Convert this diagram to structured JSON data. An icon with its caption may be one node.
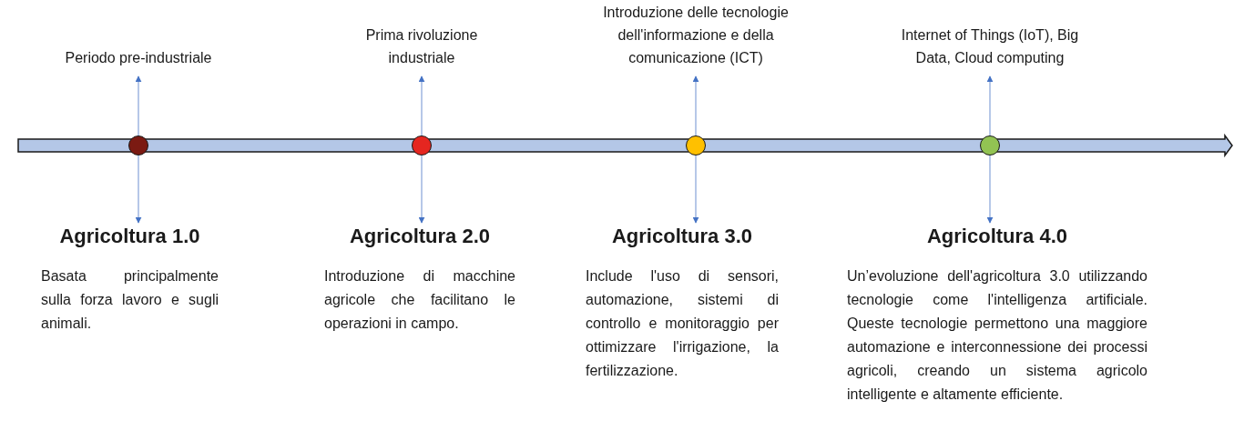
{
  "diagram": {
    "nodes": [
      {
        "text": [
          "Periodo pre-industriale"
        ]
      },
      {
        "text": [],
        "shape": "circle"
      },
      {
        "text": [
          "Agricoltura 1.0",
          "Basata principalmente sulla forza lavoro e sugli animali."
        ]
      },
      {
        "text": [
          "Prima rivoluzione industriale"
        ]
      },
      {
        "text": [],
        "shape": "circle"
      },
      {
        "text": [
          "Agricoltura 2.0",
          "Introduzione di macchine agricole che facilitano le operazioni in campo."
        ]
      },
      {
        "text": [
          "Introduzione delle tecnologie dell'informazione e della comunicazione (ICT)"
        ]
      },
      {
        "text": [],
        "shape": "circle"
      },
      {
        "text": [
          "Agricoltura 3.0",
          "Include l'uso di sensori, automazione, sistemi di controllo e monitoraggio per ottimizzare l'irrigazione, la fertilizzazione."
        ]
      },
      {
        "text": [
          "Internet of Things (IoT), Big Data, Cloud computing"
        ]
      },
      {
        "text": [],
        "shape": "circle"
      },
      {
        "text": [
          "Agricoltura 4.0",
          "Un’evoluzione dell'agricoltura 3.0 utilizzando tecnologie come l'intelligenza artificiale. Queste tecnologie permettono una maggiore automazione e interconnessione dei processi agricoli, creando un sistema agricolo intelligente e altamente efficiente."
        ]
      }
    ],
    "edges": [
      {
        "from": 1,
        "to": 0,
        "arrow": "to"
      },
      {
        "from": 1,
        "to": 2,
        "arrow": "to"
      },
      {
        "from": 4,
        "to": 3,
        "arrow": "to"
      },
      {
        "from": 4,
        "to": 5,
        "arrow": "to"
      },
      {
        "from": 7,
        "to": 6,
        "arrow": "to"
      },
      {
        "from": 7,
        "to": 8,
        "arrow": "to"
      },
      {
        "from": 10,
        "to": 9,
        "arrow": "to"
      },
      {
        "from": 10,
        "to": 11,
        "arrow": "to"
      }
    ]
  }
}
